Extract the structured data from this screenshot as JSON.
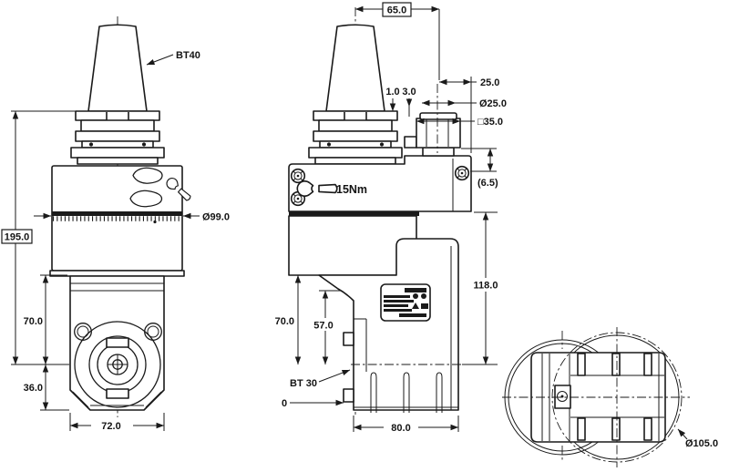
{
  "meta": {
    "drawing_kind": "angle-head-technical-drawing"
  },
  "colors": {
    "line": "#1a1a1a",
    "background": "#ffffff"
  },
  "front_view": {
    "taper_label": "BT40",
    "scale_ring_diameter": "Ø99.0",
    "height_total": "195.0",
    "height_upper": "70.0",
    "height_lower": "36.0",
    "body_width": "72.0"
  },
  "side_view": {
    "top_offset": "65.0",
    "step_small": "1.0",
    "step_large": "3.0",
    "port_offset": "25.0",
    "port_diameter": "Ø25.0",
    "port_square": "□35.0",
    "screw_ref": "(6.5)",
    "torque": "15Nm",
    "height_head": "118.0",
    "height_upper": "70.0",
    "height_inner": "57.0",
    "spindle_label": "BT 30",
    "datum_zero": "0",
    "body_depth": "80.0"
  },
  "bottom_view": {
    "swing_diameter": "Ø105.0"
  }
}
